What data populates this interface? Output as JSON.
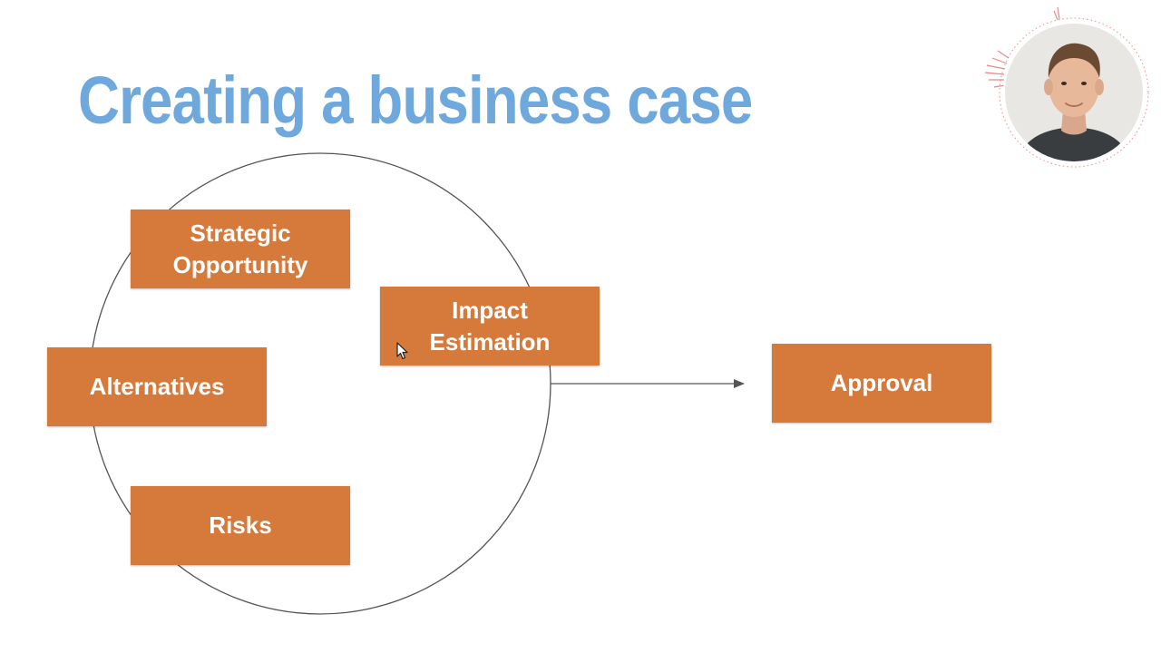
{
  "slide": {
    "title": "Creating a business case"
  },
  "diagram": {
    "boxes": {
      "strategic": "Strategic\nOpportunity",
      "impact": "Impact\nEstimation",
      "alternatives": "Alternatives",
      "risks": "Risks",
      "approval": "Approval"
    }
  },
  "colors": {
    "title": "#6fa8dc",
    "box_fill": "#d67a3c",
    "box_text": "#ffffff",
    "line": "#555555",
    "avatar_ring": "#e57373"
  },
  "icons": {
    "cursor": "arrow-cursor-icon",
    "presenter": "presenter-avatar"
  }
}
